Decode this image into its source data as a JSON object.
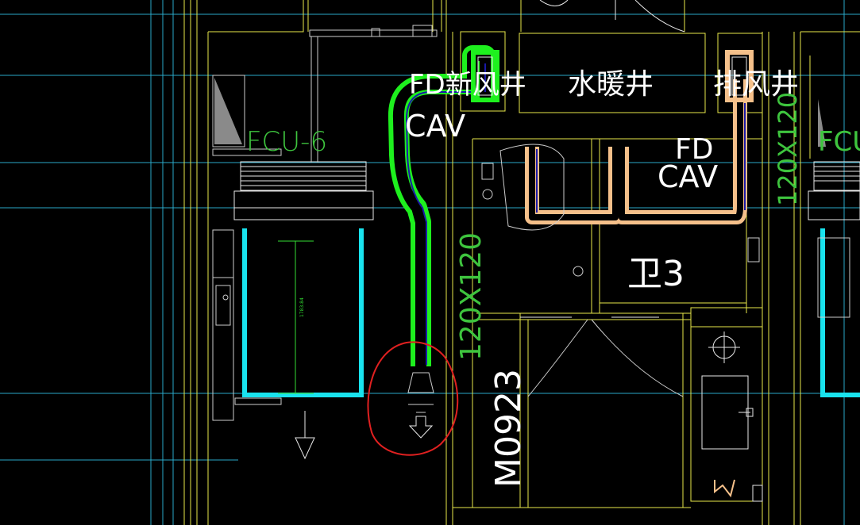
{
  "drawing": {
    "background": "#000000",
    "colors": {
      "wall_yellow": "#e8e84a",
      "grid_blue": "#2aa9c9",
      "cyan": "#19e3ee",
      "green_duct": "#1ef01e",
      "orange_duct": "#f5c08a",
      "duct_inner": "#1a1aa8",
      "white": "#ffffff",
      "red_mark": "#e02020",
      "label_green": "#3ec43e"
    },
    "labels": {
      "fcu_left": "FCU-6",
      "fcu_right": "FCU",
      "fd_new_air_shaft": "FD新风井",
      "water_heating_shaft": "水暖井",
      "exhaust_shaft": "排风井",
      "cav_left": "CAV",
      "fd_right": "FD",
      "cav_right": "CAV",
      "bathroom": "卫3",
      "door_tag": "M0923",
      "duct_size_vertical": "120X120",
      "duct_size_right": "120X120",
      "dimension_text": "1783.84"
    }
  }
}
